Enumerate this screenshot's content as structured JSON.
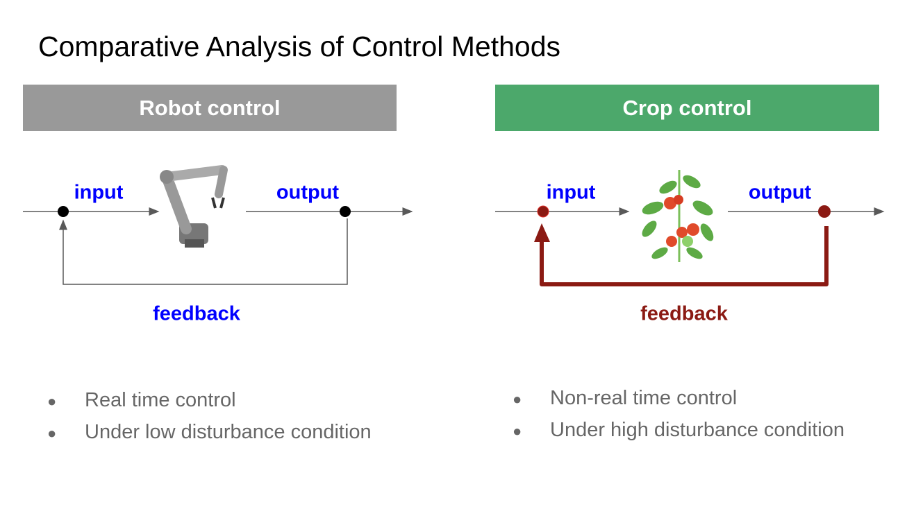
{
  "title": "Comparative Analysis of Control Methods",
  "left": {
    "header": "Robot control",
    "header_color": "#999999",
    "input_label": "input",
    "output_label": "output",
    "feedback_label": "feedback",
    "feedback_color": "#0000ff",
    "bullets": [
      "Real time control",
      "Under low disturbance condition"
    ]
  },
  "right": {
    "header": "Crop control",
    "header_color": "#4ca86b",
    "input_label": "input",
    "output_label": "output",
    "feedback_label": "feedback",
    "feedback_color": "#8b1a13",
    "bullets": [
      "Non-real time control",
      "Under high disturbance condition"
    ]
  },
  "bullet_glyph": "●"
}
